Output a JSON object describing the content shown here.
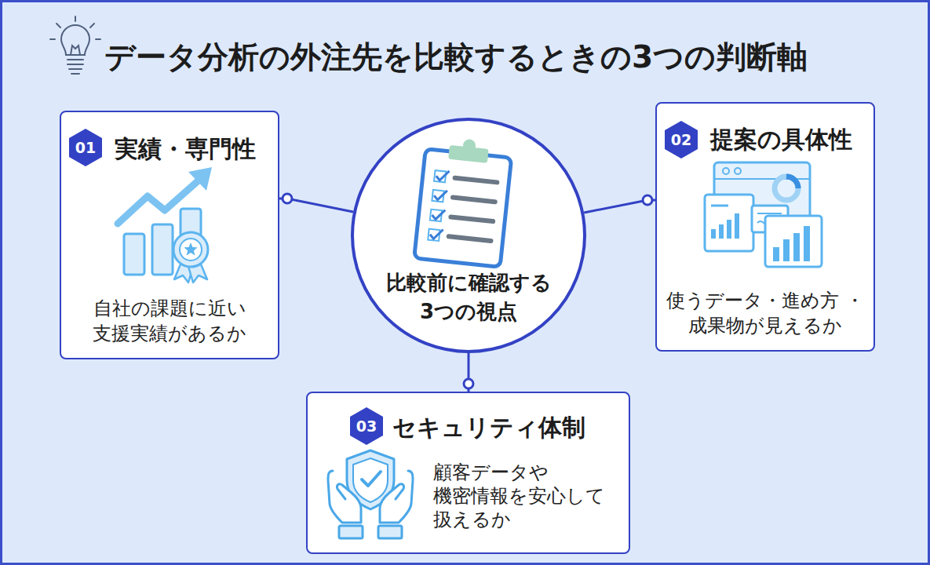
{
  "diagram": {
    "title": "データ分析の外注先を比較するときの3つの判断軸",
    "nodes": [
      {
        "text": [
          "実績・専門性",
          "自社の課題に近い 支援実績があるか"
        ]
      },
      {
        "text": [
          "01"
        ],
        "in": 0
      },
      {
        "text": [
          "比較前に確認する 3つの視点"
        ]
      },
      {
        "text": [
          "提案の具体性",
          "使うデータ・進め方 ・成果物が見えるか"
        ]
      },
      {
        "text": [
          "02"
        ],
        "in": 3
      },
      {
        "text": [
          "セキュリティ体制",
          "顧客データや 機密情報を安心して 扱えるか"
        ]
      },
      {
        "text": [
          "03"
        ],
        "in": 5
      }
    ],
    "edges": [
      {
        "from": 2,
        "to": 0,
        "arrow": "none"
      },
      {
        "from": 2,
        "to": 3,
        "arrow": "none"
      },
      {
        "from": 2,
        "to": 5,
        "arrow": "none"
      }
    ]
  }
}
